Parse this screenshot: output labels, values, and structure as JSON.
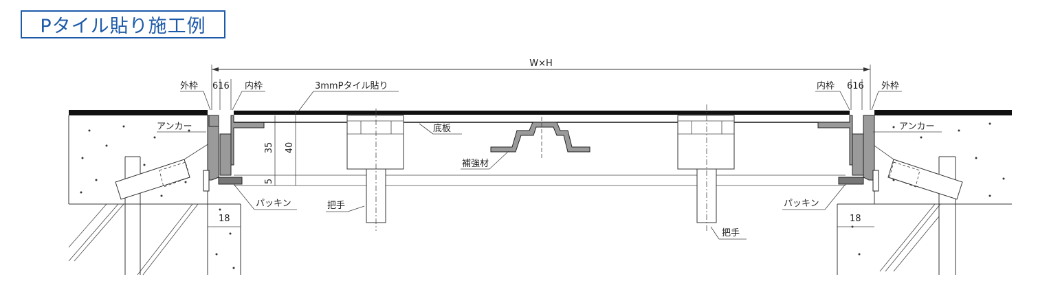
{
  "title": "Pタイル貼り施工例",
  "colors": {
    "accent": "#1d5aa8",
    "line": "#333333",
    "frame_fill": "#9a9a9a"
  },
  "labels": {
    "overall_dim": "W×H",
    "tile": "3mmPタイル貼り",
    "outer_frame_left": "外枠",
    "inner_frame_left": "内枠",
    "outer_frame_right": "外枠",
    "inner_frame_right": "内枠",
    "gap_left": "616",
    "gap_right": "616",
    "anchor_left": "アンカー",
    "anchor_right": "アンカー",
    "bottom_plate": "底板",
    "reinforcement": "補強材",
    "packing_left": "パッキン",
    "packing_right": "パッキン",
    "handle_left": "把手",
    "handle_right": "把手",
    "dim_35": "35",
    "dim_40": "40",
    "dim_5": "5",
    "dim_18_left": "18",
    "dim_18_right": "18"
  }
}
